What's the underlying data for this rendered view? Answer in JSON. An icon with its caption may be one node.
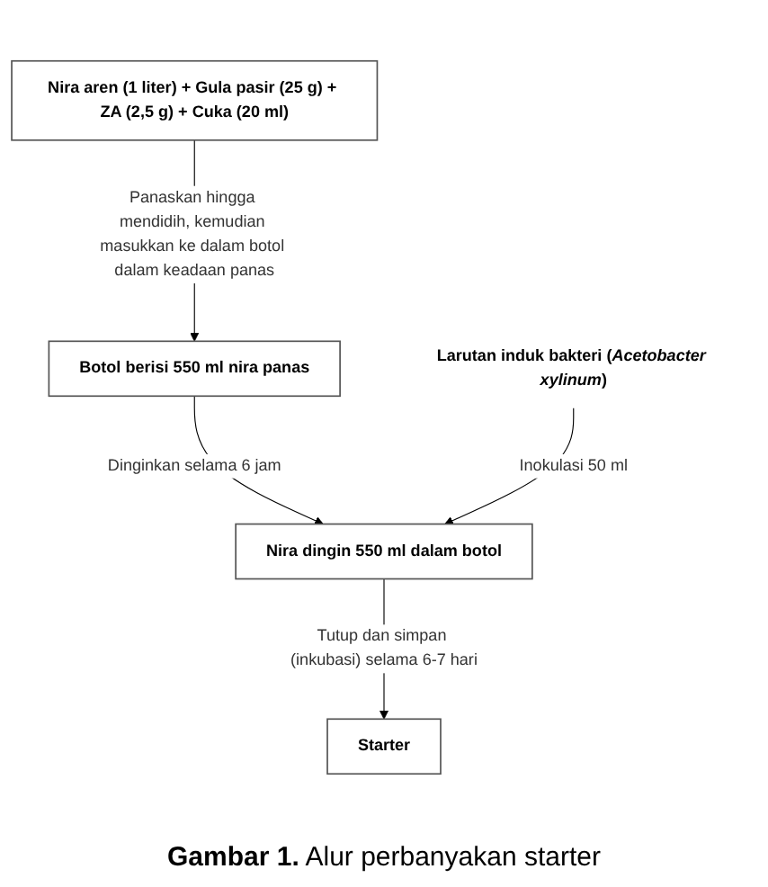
{
  "diagram": {
    "caption": "**Gambar 1.** Alur perbanyakan starter",
    "nodes": [
      {
        "text": [
          "Nira aren (1 liter) + Gula pasir (25 g) + ZA (2,5 g) + Cuka (20 ml)"
        ]
      },
      {
        "text": [
          "Botol berisi 550 ml nira panas"
        ]
      },
      {
        "text": [
          "Nira dingin 550 ml dalam botol"
        ]
      },
      {
        "text": [
          "Larutan induk bakteri (*Acetobacter xylinum*)"
        ]
      },
      {
        "text": [
          "Starter"
        ]
      }
    ],
    "edges": [
      {
        "from": 0,
        "to": 1,
        "arrow": "to",
        "label": "Panaskan hingga mendidih, kemudian masukkan ke dalam botol dalam keadaan panas"
      },
      {
        "from": 1,
        "to": 2,
        "arrow": "to",
        "label": "Dinginkan selama 6 jam"
      },
      {
        "from": 3,
        "to": 2,
        "arrow": "to",
        "label": "Inokulasi 50 ml"
      },
      {
        "from": 2,
        "to": 4,
        "arrow": "to",
        "label": "Tutup dan simpan (inkubasi) selama 6-7 hari"
      }
    ]
  }
}
